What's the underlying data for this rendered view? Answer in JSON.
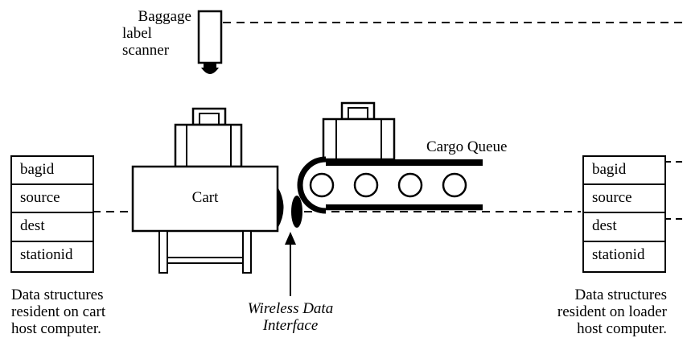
{
  "scanner": {
    "label_lines": [
      "Baggage",
      "label",
      "scanner"
    ]
  },
  "cart": {
    "label": "Cart"
  },
  "conveyor": {
    "label": "Cargo Queue"
  },
  "interface": {
    "label_lines": [
      "Wireless Data",
      "Interface"
    ]
  },
  "cart_structure": {
    "fields": [
      "bagid",
      "source",
      "dest",
      "stationid"
    ],
    "caption_lines": [
      "Data structures",
      "resident on cart",
      "host computer."
    ]
  },
  "loader_structure": {
    "fields": [
      "bagid",
      "source",
      "dest",
      "stationid"
    ],
    "caption_lines": [
      "Data structures",
      "resident on loader",
      "host computer."
    ]
  }
}
